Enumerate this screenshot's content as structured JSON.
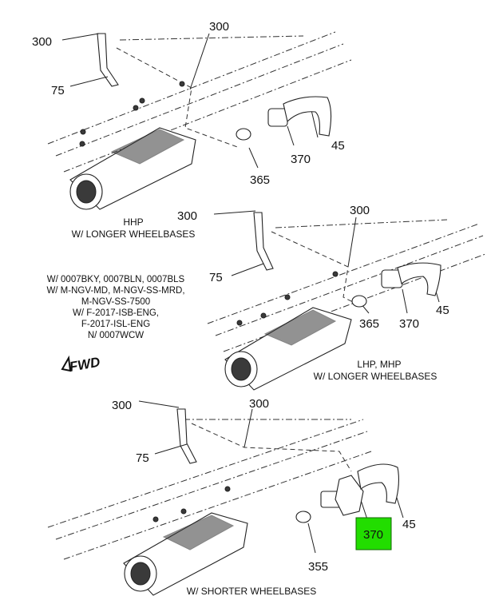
{
  "callouts": {
    "top": {
      "c300a": "300",
      "c300b": "300",
      "c75": "75",
      "c45": "45",
      "c370": "370",
      "c365": "365"
    },
    "mid": {
      "c300a": "300",
      "c300b": "300",
      "c75": "75",
      "c45": "45",
      "c370": "370",
      "c365": "365"
    },
    "bot": {
      "c300a": "300",
      "c300b": "300",
      "c75": "75",
      "c45": "45",
      "c370": "370",
      "c355": "355"
    }
  },
  "captions": {
    "top_line1": "HHP",
    "top_line2": "W/ LONGER WHEELBASES",
    "mid_line1": "LHP, MHP",
    "mid_line2": "W/ LONGER WHEELBASES",
    "bot_line1": "W/ SHORTER WHEELBASES"
  },
  "notes": [
    "W/ 0007BKY, 0007BLN, 0007BLS",
    "W/ M-NGV-MD, M-NGV-SS-MRD,",
    "M-NGV-SS-7500",
    "W/ F-2017-ISB-ENG,",
    "F-2017-ISL-ENG",
    "N/ 0007WCW"
  ],
  "fwd_label": "FWD",
  "highlight": {
    "part": "370",
    "color": "#22dd00"
  }
}
